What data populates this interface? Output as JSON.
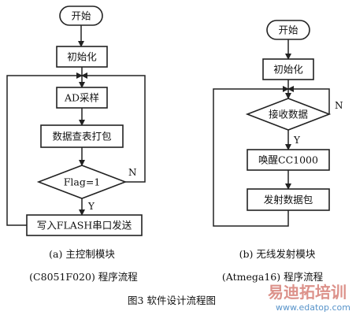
{
  "left_flow": {
    "start": "开始",
    "init": "初始化",
    "ad": "AD采样",
    "pack": "数据查表打包",
    "decision": "Flag=1",
    "no_label": "N",
    "yes_label": "Y",
    "write": "写入FLASH串口发送"
  },
  "right_flow": {
    "start": "开始",
    "init": "初始化",
    "decision": "接收数据",
    "no_label": "N",
    "yes_label": "Y",
    "wake": "唤醒CC1000",
    "send": "发射数据包"
  },
  "captions": {
    "left_line1": "(a)  主控制模块",
    "left_line2": "(C8051F020) 程序流程",
    "right_line1": "(b)  无线发射模块",
    "right_line2": "(Atmega16) 程序流程",
    "figure": "图3   软件设计流程图"
  },
  "watermark": {
    "brand": "易迪拓培训",
    "url": "www.edatop.com"
  },
  "colors": {
    "line": "#222222",
    "watermark_red": "#c0392b",
    "watermark_blue": "#1f6fb8"
  }
}
